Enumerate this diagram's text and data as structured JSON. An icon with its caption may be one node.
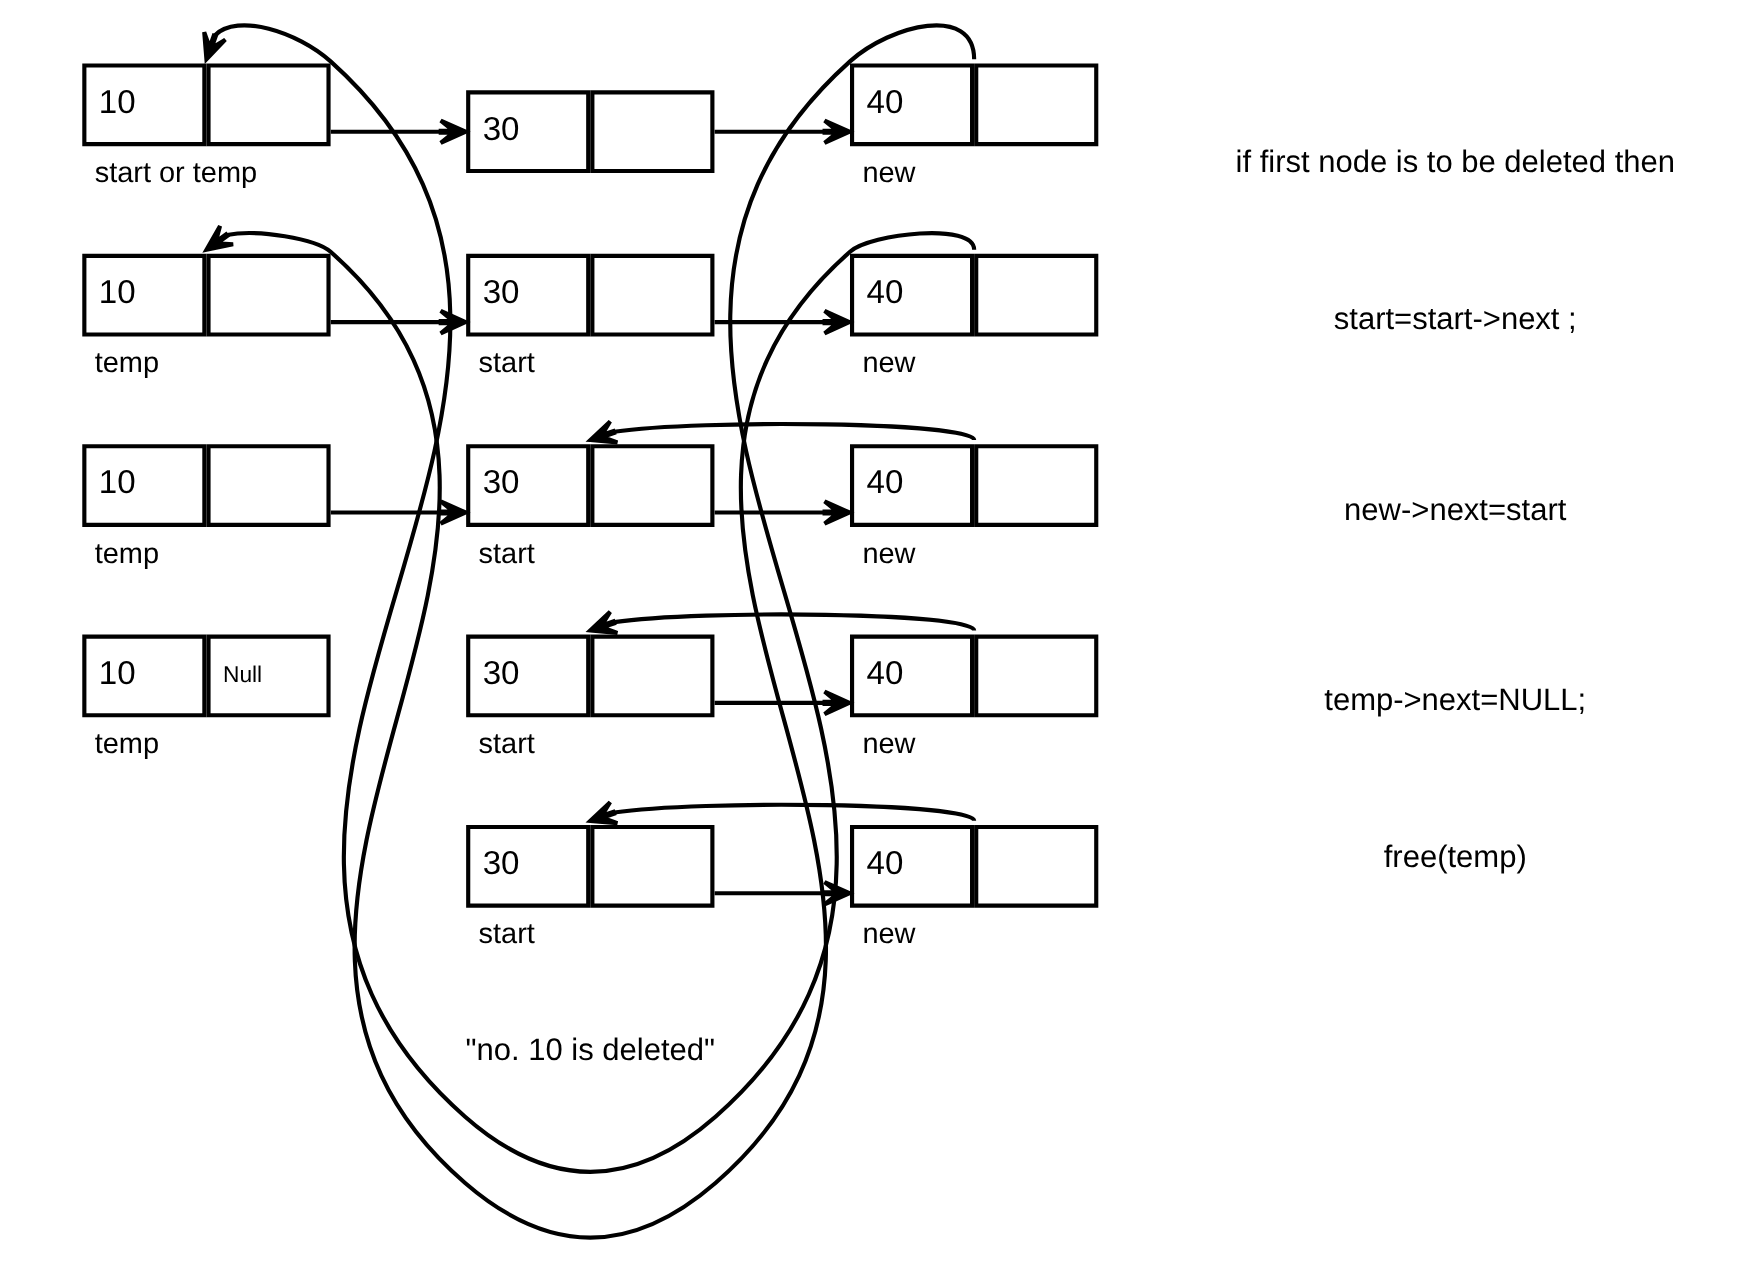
{
  "diagram": {
    "nodes": [
      {
        "text": [
          "10"
        ],
        "beside": [
          "start or temp"
        ]
      },
      {
        "text": [
          "30"
        ]
      },
      {
        "text": [
          "40"
        ],
        "beside": [
          "new"
        ]
      },
      {
        "text": [
          "10"
        ],
        "beside": [
          "temp"
        ]
      },
      {
        "text": [
          "30"
        ],
        "beside": [
          "start"
        ]
      },
      {
        "text": [
          "40"
        ],
        "beside": [
          "new"
        ]
      },
      {
        "text": [
          "10"
        ],
        "beside": [
          "temp"
        ]
      },
      {
        "text": [
          "30"
        ],
        "beside": [
          "start"
        ]
      },
      {
        "text": [
          "40"
        ],
        "beside": [
          "new"
        ]
      },
      {
        "text": [
          "10",
          "Null"
        ],
        "beside": [
          "temp"
        ]
      },
      {
        "text": [
          "30"
        ],
        "beside": [
          "start"
        ]
      },
      {
        "text": [
          "40"
        ],
        "beside": [
          "new"
        ]
      },
      {
        "text": [
          "30"
        ],
        "beside": [
          "start"
        ]
      },
      {
        "text": [
          "40"
        ],
        "beside": [
          "new"
        ]
      }
    ],
    "edges": [
      {
        "from": 0,
        "to": 1,
        "arrow": "to"
      },
      {
        "from": 1,
        "to": 2,
        "arrow": "to"
      },
      {
        "from": 2,
        "to": 0,
        "arrow": "to"
      },
      {
        "from": 3,
        "to": 4,
        "arrow": "to"
      },
      {
        "from": 4,
        "to": 5,
        "arrow": "to"
      },
      {
        "from": 5,
        "to": 3,
        "arrow": "to"
      },
      {
        "from": 6,
        "to": 7,
        "arrow": "to"
      },
      {
        "from": 7,
        "to": 8,
        "arrow": "to"
      },
      {
        "from": 8,
        "to": 7,
        "arrow": "to"
      },
      {
        "from": 10,
        "to": 11,
        "arrow": "to"
      },
      {
        "from": 11,
        "to": 10,
        "arrow": "to"
      },
      {
        "from": 12,
        "to": 13,
        "arrow": "to"
      },
      {
        "from": 13,
        "to": 12,
        "arrow": "to"
      }
    ],
    "labels": [
      "if first node is to be deleted then",
      "start=start->next ;",
      "new->next=start",
      "temp->next=NULL;",
      "free(temp)",
      "\"no. 10 is deleted\""
    ]
  }
}
